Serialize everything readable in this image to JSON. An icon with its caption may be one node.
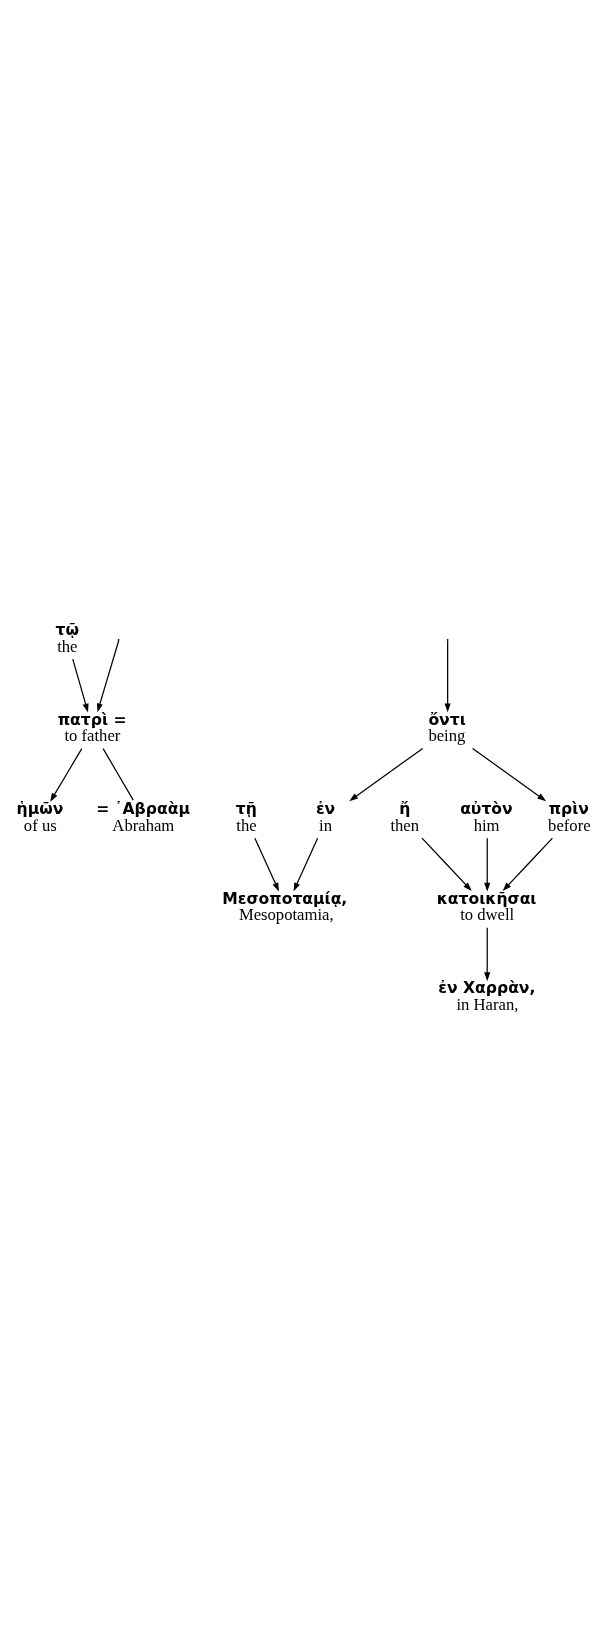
{
  "diagram": {
    "nodes": [
      {
        "text": [
          "τῷ",
          "the"
        ]
      },
      {
        "text": [
          "πατρὶ =",
          "to father"
        ]
      },
      {
        "text": [
          "ἡμῶν",
          "of us"
        ]
      },
      {
        "text": [
          "= ᾿Αβραὰμ",
          "Abraham"
        ]
      },
      {
        "text": [
          "ὄντι",
          "being"
        ]
      },
      {
        "text": [
          "ἐν",
          "in"
        ]
      },
      {
        "text": [
          "τῇ",
          "the"
        ]
      },
      {
        "text": [
          "Μεσοποταμίᾳ,",
          "Mesopotamia,"
        ]
      },
      {
        "text": [
          "πρὶν",
          "before"
        ]
      },
      {
        "text": [
          "ἤ",
          "then"
        ]
      },
      {
        "text": [
          "κατοικῆσαι",
          "to dwell"
        ]
      },
      {
        "text": [
          "αὐτὸν",
          "him"
        ]
      },
      {
        "text": [
          "ἐν Χαρρὰν,",
          "in Haran,"
        ]
      }
    ],
    "edges": [
      {
        "from": null,
        "to": 4,
        "arrow": "to"
      },
      {
        "from": null,
        "to": 1,
        "arrow": "to"
      },
      {
        "from": 0,
        "to": 1,
        "arrow": "to"
      },
      {
        "from": 1,
        "to": 2,
        "arrow": "to"
      },
      {
        "from": 1,
        "to": 3,
        "arrow": "none"
      },
      {
        "from": 4,
        "to": 5,
        "arrow": "to"
      },
      {
        "from": 4,
        "to": 8,
        "arrow": "to"
      },
      {
        "from": 5,
        "to": 7,
        "arrow": "to"
      },
      {
        "from": 6,
        "to": 7,
        "arrow": "to"
      },
      {
        "from": 8,
        "to": 10,
        "arrow": "to"
      },
      {
        "from": 9,
        "to": 10,
        "arrow": "to"
      },
      {
        "from": 11,
        "to": 10,
        "arrow": "to"
      },
      {
        "from": 10,
        "to": 12,
        "arrow": "to"
      }
    ]
  }
}
